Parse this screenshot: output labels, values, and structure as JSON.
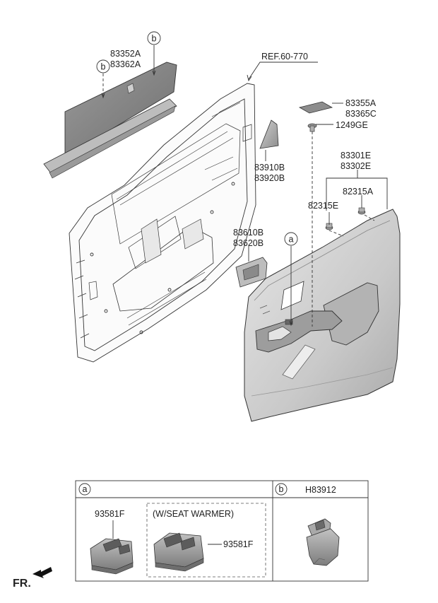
{
  "title": "",
  "labels": {
    "p83352": [
      "83352A",
      "83362A"
    ],
    "ref": "REF.60-770",
    "p83355": [
      "83355A",
      "83365C"
    ],
    "p1249": "1249GE",
    "p83910": [
      "83910B",
      "83920B"
    ],
    "p83301": [
      "83301E",
      "83302E"
    ],
    "p82315a": "82315A",
    "p82315e": "82315E",
    "p83610": [
      "83610B",
      "83620B"
    ],
    "callout_a": "a",
    "callout_b": "b",
    "fr": "FR."
  },
  "legend": {
    "cell_a_letter": "a",
    "cell_b_letter": "b",
    "cell_b_part": "H83912",
    "switch_part_1": "93581F",
    "option_note": "(W/SEAT WARMER)",
    "switch_part_2": "93581F"
  },
  "colors": {
    "line": "#333333",
    "part_fill": "#d9d9d9",
    "part_shade": "#b5b5b5",
    "part_dark": "#8a8a8a"
  }
}
